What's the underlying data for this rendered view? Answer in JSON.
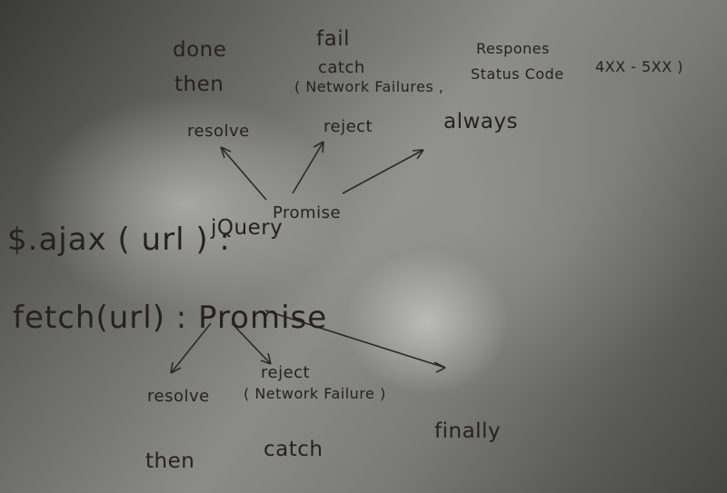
{
  "board": {
    "top": {
      "done": "done",
      "then": "then",
      "fail": "fail",
      "catch": "catch",
      "network_failures": "( Network Failures ,",
      "status_code": "Status Code",
      "responses": "Respones",
      "status_range": "4XX - 5XX )",
      "resolve": "resolve",
      "reject": "reject",
      "always": "always"
    },
    "ajax": {
      "expression": "$.ajax ( url ) :",
      "return_type": "jQuery",
      "promise": "Promise"
    },
    "fetch": {
      "expression": "fetch(url) : Promise",
      "resolve": "resolve",
      "reject": "reject",
      "network_failure": "( Network Failure )",
      "then": "then",
      "catch": "catch",
      "finally": "finally"
    },
    "colors": {
      "ink": "#23221f",
      "board_light": "#8b8b88",
      "board_dark": "#3a3a38"
    }
  }
}
